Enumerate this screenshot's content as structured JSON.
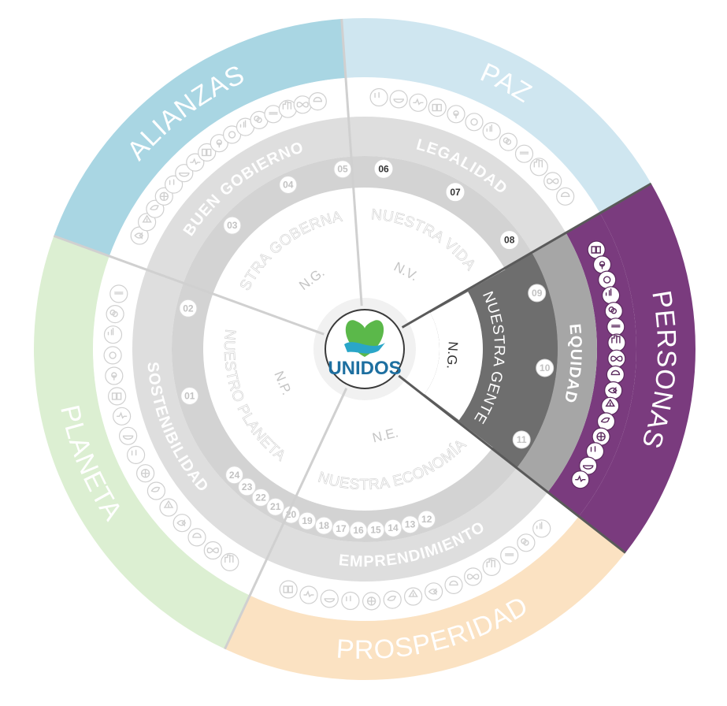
{
  "outer_ring": [
    {
      "label": "PAZ",
      "color": "#cfe6f0",
      "text_color": "#ffffff"
    },
    {
      "label": "PERSONAS",
      "color": "#7a3b7e",
      "text_color": "#ffffff"
    },
    {
      "label": "PROSPERIDAD",
      "color": "#fbe2c2",
      "text_color": "#ffffff"
    },
    {
      "label": "PLANETA",
      "color": "#dcefd2",
      "text_color": "#ffffff"
    },
    {
      "label": "ALIANZAS",
      "color": "#a9d6e3",
      "text_color": "#ffffff"
    }
  ],
  "middle_ring": [
    {
      "label": "LEGALIDAD",
      "active": false
    },
    {
      "label": "EQUIDAD",
      "active": true
    },
    {
      "label": "EMPRENDIMIENTO",
      "active": false
    },
    {
      "label": "SOSTENIBILIDAD",
      "active": false
    },
    {
      "label": "BUEN GOBIERNO",
      "active": false
    }
  ],
  "inner_ring": [
    {
      "label": "NUESTRA VIDA",
      "abbr": "N.V.",
      "active": false
    },
    {
      "label": "NUESTRA GENTE",
      "abbr": "N.G.",
      "active": true
    },
    {
      "label": "NUESTRA ECONOMÍA",
      "abbr": "N.E.",
      "active": false
    },
    {
      "label": "NUESTRO PLANETA",
      "abbr": "N.P.",
      "active": false
    },
    {
      "label": "NUESTRA GOBERNANZA",
      "abbr": "N.G.",
      "active": false
    }
  ],
  "numbers": [
    "01",
    "02",
    "03",
    "04",
    "05",
    "06",
    "07",
    "08",
    "09",
    "10",
    "11",
    "12",
    "13",
    "14",
    "15",
    "16",
    "17",
    "18",
    "19",
    "20",
    "21",
    "22",
    "23",
    "24"
  ],
  "logo": {
    "text": "UNIDOS",
    "heart_color": "#5bb84a",
    "wave_color": "#2aa6c8",
    "text_color": "#1d6fa0"
  },
  "icons": [
    "people-icon",
    "bowl-icon",
    "health-icon",
    "book-icon",
    "gender-icon",
    "sun-icon",
    "growth-icon",
    "gears-icon",
    "equal-icon",
    "city-icon",
    "infinity-icon",
    "climate-icon",
    "fish-icon",
    "tree-icon",
    "peace-icon",
    "flower-icon"
  ],
  "colors": {
    "gray_outer": "#ebebeb",
    "gray_middle": "#dedede",
    "gray_inner": "#d3d3d3",
    "gray_core": "#f1f1f1",
    "active_middle": "#a6a6a6",
    "active_inner": "#6e6e6e",
    "inactive_text": "#ffffff",
    "abbr_inactive": "#c4c4c4",
    "abbr_active": "#333333",
    "divider": "#5a5a5a"
  }
}
